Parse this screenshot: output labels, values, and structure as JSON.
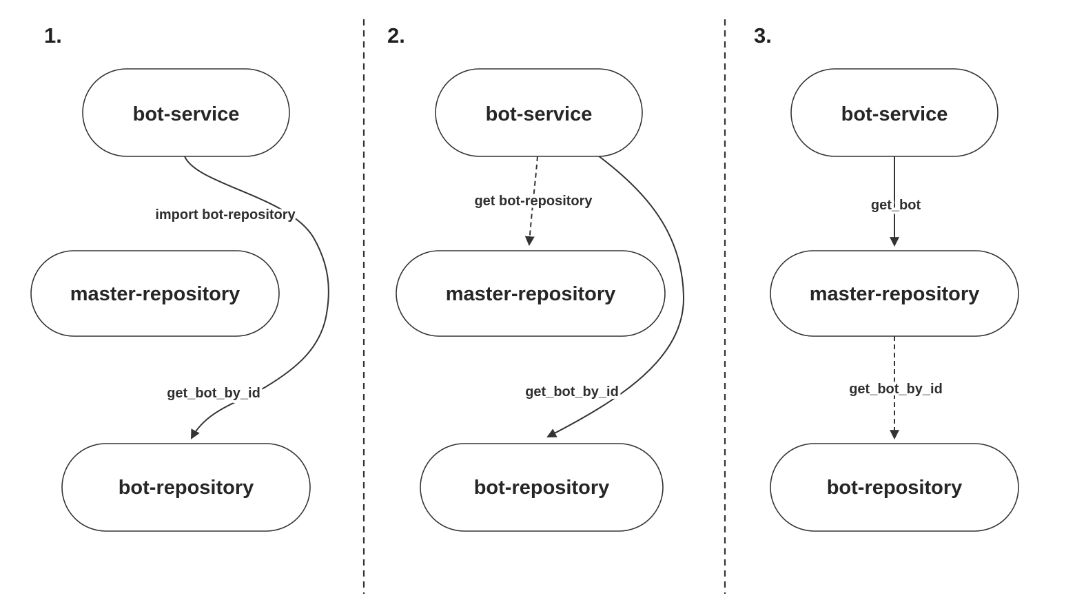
{
  "colors": {
    "background": "#ffffff",
    "node_fill": "#ffffff",
    "node_border": "#333333",
    "line": "#333333",
    "text": "#262626"
  },
  "panels": [
    {
      "number": "1.",
      "nodes": [
        {
          "id": "bot-service",
          "label": "bot-service"
        },
        {
          "id": "master-repository",
          "label": "master-repository"
        },
        {
          "id": "bot-repository",
          "label": "bot-repository"
        }
      ],
      "edges": [
        {
          "from": "bot-service",
          "to": "bot-repository",
          "style": "solid",
          "labels": [
            "import bot-repository",
            "get_bot_by_id"
          ]
        }
      ]
    },
    {
      "number": "2.",
      "nodes": [
        {
          "id": "bot-service",
          "label": "bot-service"
        },
        {
          "id": "master-repository",
          "label": "master-repository"
        },
        {
          "id": "bot-repository",
          "label": "bot-repository"
        }
      ],
      "edges": [
        {
          "from": "bot-service",
          "to": "master-repository",
          "style": "dashed",
          "labels": [
            "get bot-repository"
          ]
        },
        {
          "from": "bot-service",
          "to": "bot-repository",
          "style": "solid",
          "labels": [
            "get_bot_by_id"
          ]
        }
      ]
    },
    {
      "number": "3.",
      "nodes": [
        {
          "id": "bot-service",
          "label": "bot-service"
        },
        {
          "id": "master-repository",
          "label": "master-repository"
        },
        {
          "id": "bot-repository",
          "label": "bot-repository"
        }
      ],
      "edges": [
        {
          "from": "bot-service",
          "to": "master-repository",
          "style": "solid",
          "labels": [
            "get_bot"
          ]
        },
        {
          "from": "master-repository",
          "to": "bot-repository",
          "style": "dashed",
          "labels": [
            "get_bot_by_id"
          ]
        }
      ]
    }
  ]
}
